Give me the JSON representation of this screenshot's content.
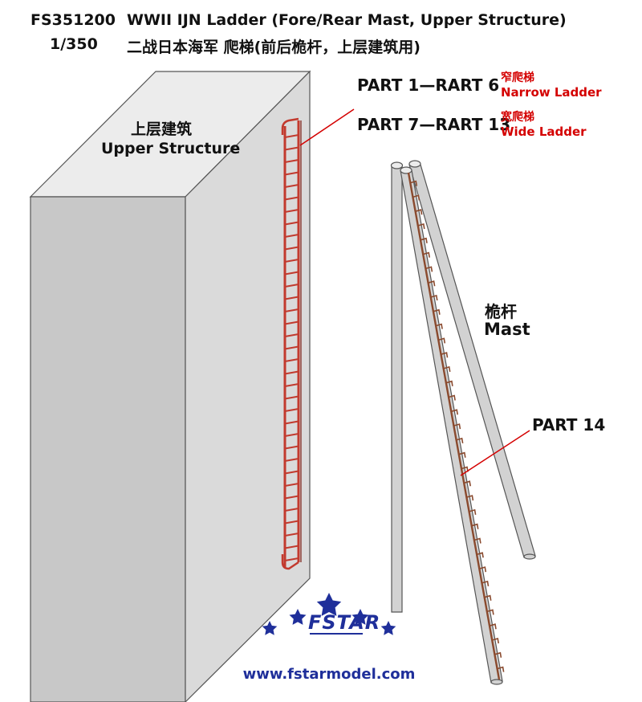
{
  "header": {
    "code": "FS351200",
    "title": "WWII IJN Ladder (Fore/Rear Mast, Upper Structure)",
    "scale": "1/350",
    "title_cn": "二战日本海军 爬梯(前后桅杆，上层建筑用)"
  },
  "callouts": {
    "narrow": {
      "parts": "PART 1—RART 6",
      "label_cn": "窄爬梯",
      "label_en": "Narrow Ladder"
    },
    "wide": {
      "parts": "PART 7—RART 13",
      "label_cn": "宽爬梯",
      "label_en": "Wide Ladder"
    },
    "mast_ladder": {
      "parts": "PART 14"
    }
  },
  "labels": {
    "upper_cn": "上层建筑",
    "upper_en": "Upper Structure",
    "mast_cn": "桅杆",
    "mast_en": "Mast"
  },
  "brand": {
    "name": "FSTAR",
    "url": "www.fstarmodel.com"
  },
  "colors": {
    "structure_front": "#c8c8c8",
    "structure_side": "#dadada",
    "structure_top": "#ececec",
    "ladder_red": "#c23a2e",
    "ladder_brown": "#8a4a2e",
    "leader_red": "#d40000",
    "brand_blue": "#1f2f9a"
  }
}
